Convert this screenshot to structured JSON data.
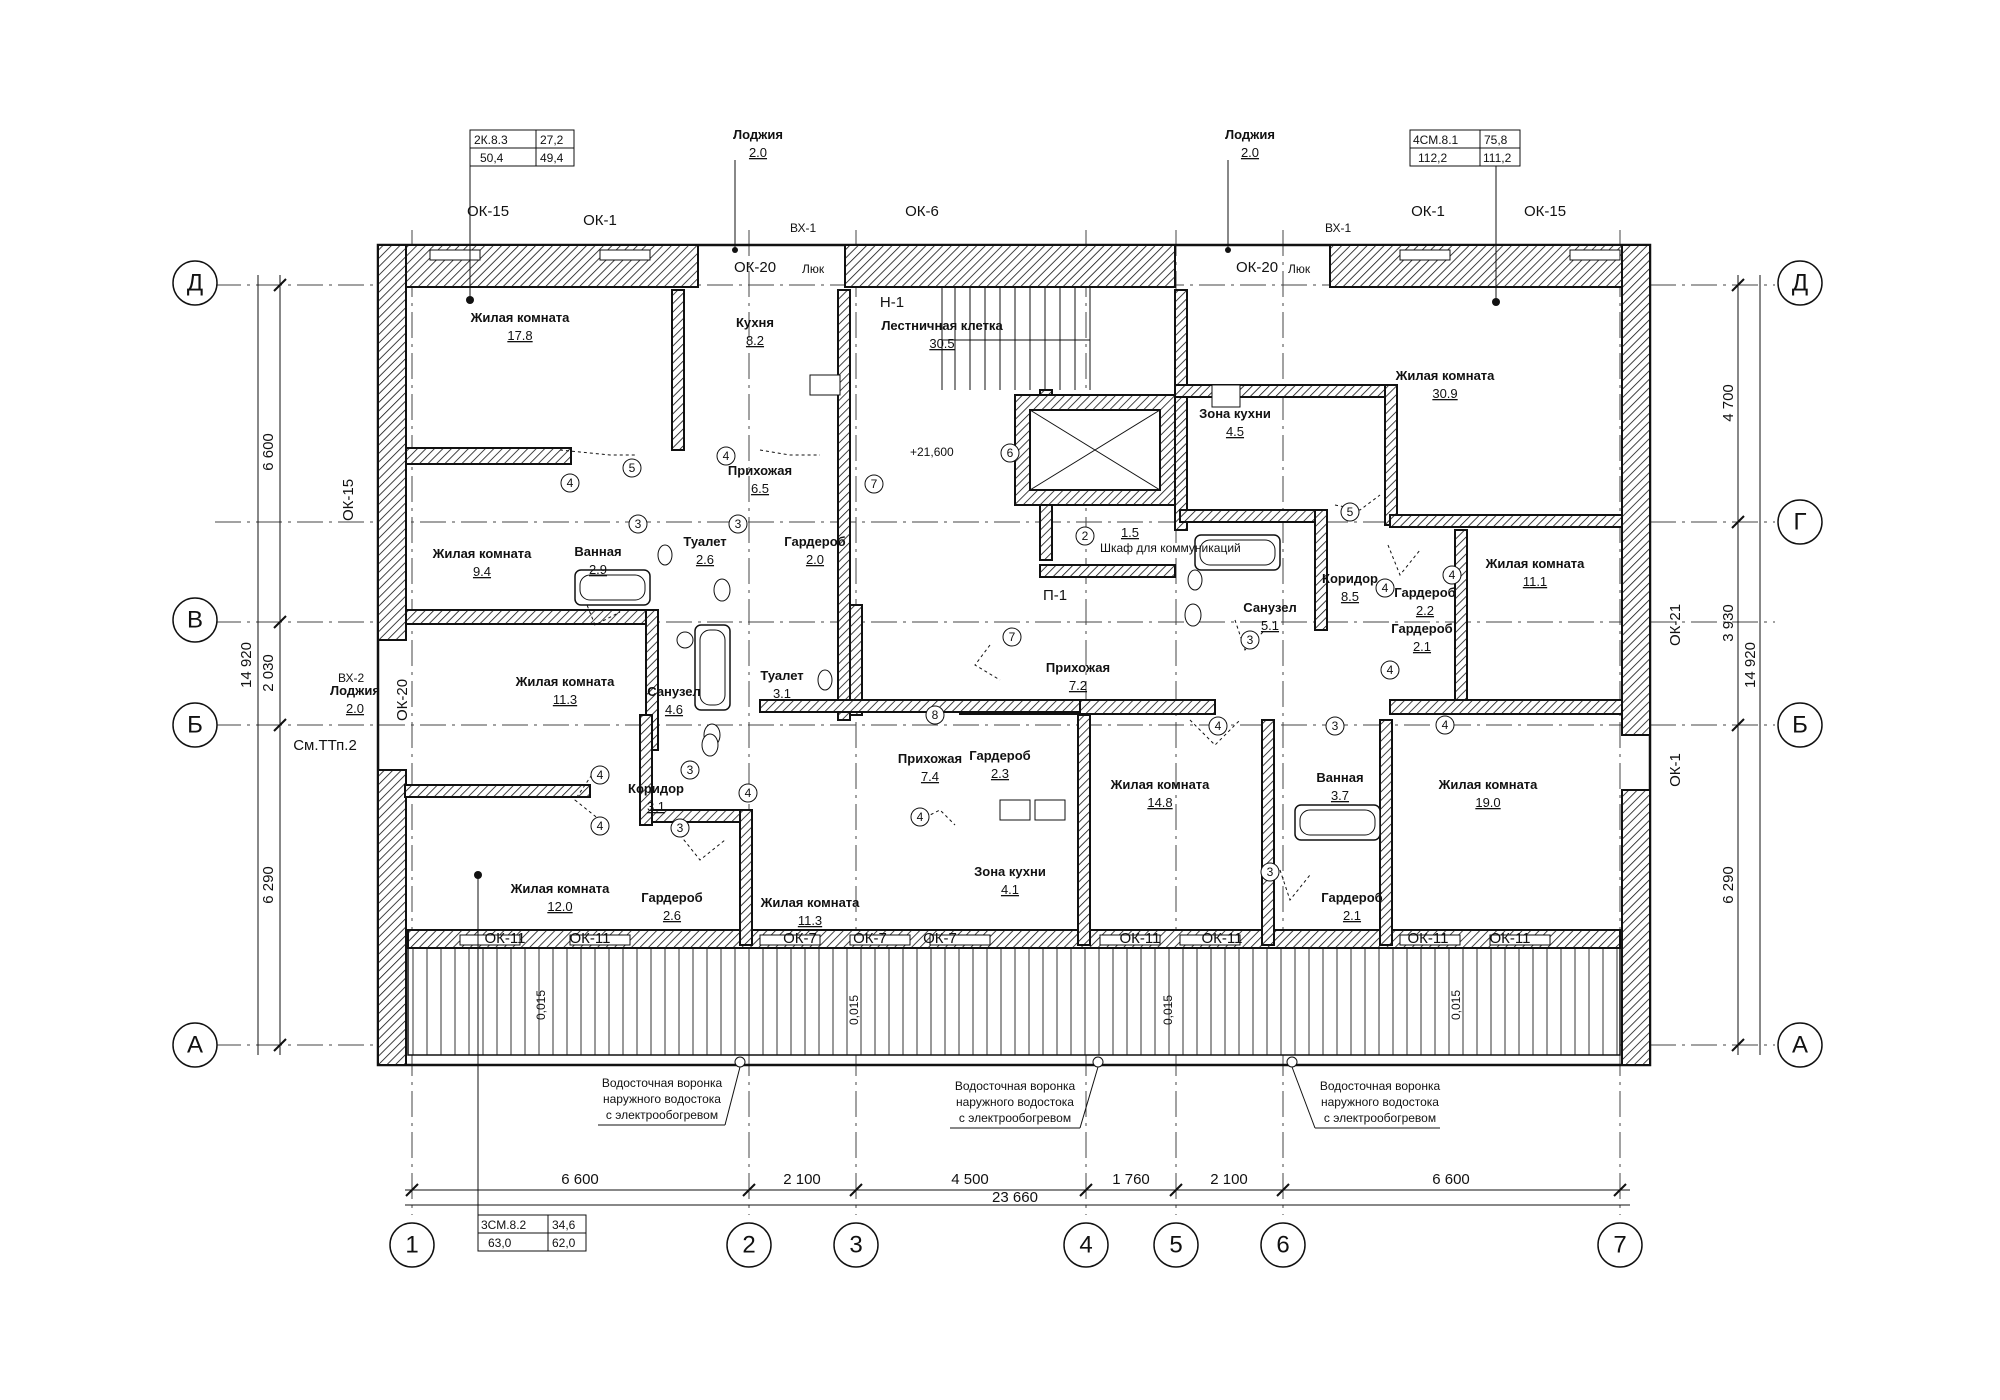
{
  "axes_letters": {
    "d": "Д",
    "g": "Г",
    "v": "В",
    "b": "Б",
    "a": "А"
  },
  "axes_numbers": [
    "1",
    "2",
    "3",
    "4",
    "5",
    "6",
    "7"
  ],
  "dimensions": {
    "bottom": [
      "6 600",
      "2 100",
      "4 500",
      "1 760",
      "2 100",
      "6 600"
    ],
    "total": "23 660",
    "left": [
      "6 600",
      "2 030",
      "6 290"
    ],
    "left_total": "14 920",
    "right": [
      "4 700",
      "3 930",
      "6 290"
    ],
    "right_total": "14 920"
  },
  "apartment_tags": [
    {
      "code": "2К.8.3",
      "v1": "27,2",
      "v2": "50,4",
      "v3": "49,4"
    },
    {
      "code": "4СМ.8.1",
      "v1": "75,8",
      "v2": "112,2",
      "v3": "111,2"
    },
    {
      "code": "3СМ.8.2",
      "v1": "34,6",
      "v2": "63,0",
      "v3": "62,0"
    }
  ],
  "rooms": [
    {
      "name": "Жилая комната",
      "area": "17.8"
    },
    {
      "name": "Кухня",
      "area": "8.2"
    },
    {
      "name": "Лестничная клетка",
      "area": "30.5"
    },
    {
      "name": "Зона кухни",
      "area": "4.5"
    },
    {
      "name": "Жилая комната",
      "area": "30.9"
    },
    {
      "name": "Прихожая",
      "area": "6.5"
    },
    {
      "name": "Жилая комната",
      "area": "9.4"
    },
    {
      "name": "Ванная",
      "area": "2.9"
    },
    {
      "name": "Туалет",
      "area": "2.6"
    },
    {
      "name": "Гардероб",
      "area": "2.0"
    },
    {
      "name": "Шкаф для коммуникаций",
      "area": "1.5"
    },
    {
      "name": "Коридор",
      "area": "8.5"
    },
    {
      "name": "Санузел",
      "area": "5.1"
    },
    {
      "name": "Гардероб",
      "area": "2.2"
    },
    {
      "name": "Гардероб",
      "area": "2.1"
    },
    {
      "name": "Жилая комната",
      "area": "11.1"
    },
    {
      "name": "Жилая комната",
      "area": "11.3"
    },
    {
      "name": "Санузел",
      "area": "4.6"
    },
    {
      "name": "Туалет",
      "area": "3.1"
    },
    {
      "name": "Прихожая",
      "area": "7.2"
    },
    {
      "name": "Коридор",
      "area": "3.1"
    },
    {
      "name": "Прихожая",
      "area": "7.4"
    },
    {
      "name": "Гардероб",
      "area": "2.3"
    },
    {
      "name": "Жилая комната",
      "area": "14.8"
    },
    {
      "name": "Ванная",
      "area": "3.7"
    },
    {
      "name": "Жилая комната",
      "area": "19.0"
    },
    {
      "name": "Жилая комната",
      "area": "12.0"
    },
    {
      "name": "Гардероб",
      "area": "2.6"
    },
    {
      "name": "Жилая комната",
      "area": "11.3"
    },
    {
      "name": "Зона кухни",
      "area": "4.1"
    },
    {
      "name": "Гардероб",
      "area": "2.1"
    },
    {
      "name": "Лоджия",
      "area": "2.0"
    },
    {
      "name": "Лоджия",
      "area": "2.0"
    },
    {
      "name": "Лоджия",
      "area": "2.0"
    }
  ],
  "marks": {
    "ok15": "ОК-15",
    "ok1": "ОК-1",
    "ok6": "ОК-6",
    "ok20": "ОК-20",
    "ok11": "ОК-11",
    "ok7": "ОК-7",
    "ok21": "ОК-21",
    "vx1": "ВХ-1",
    "vx2": "ВХ-2",
    "n1": "Н-1",
    "p1": "П-1",
    "lyuk": "Люк",
    "level": "+21,600",
    "see": "См.ТТп.2",
    "slope": "0,015"
  },
  "drain_note": [
    "Водосточная воронка",
    "наружного водостока",
    "с электрообогревом"
  ],
  "door_tags": [
    "2",
    "3",
    "4",
    "5",
    "6",
    "7",
    "8"
  ]
}
